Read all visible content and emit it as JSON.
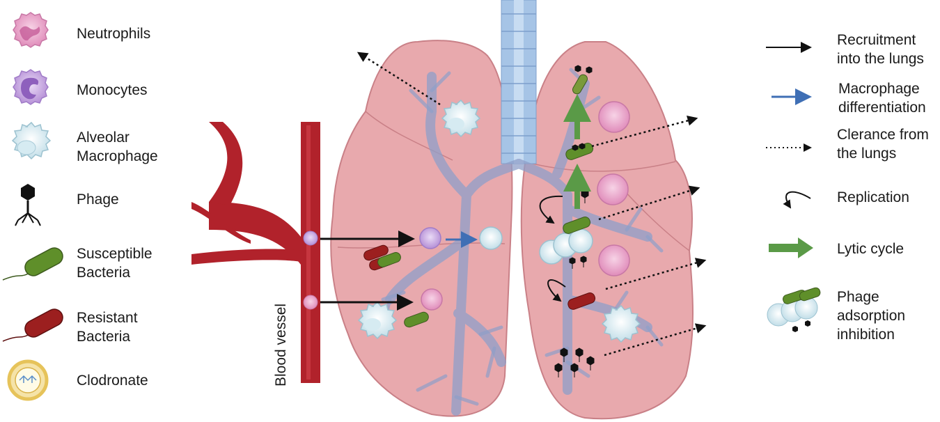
{
  "legend_left": {
    "items": [
      {
        "label": "Neutrophils",
        "icon": "neutrophil-icon",
        "color": "#e8a3c6"
      },
      {
        "label": "Monocytes",
        "icon": "monocyte-icon",
        "color": "#c9a8e0"
      },
      {
        "label": "Alveolar\nMacrophage",
        "icon": "macrophage-icon",
        "color": "#cfe8f0"
      },
      {
        "label": "Phage",
        "icon": "phage-icon",
        "color": "#111111"
      },
      {
        "label": "Susceptible\nBacteria",
        "icon": "susceptible-bacteria-icon",
        "color": "#5f8f2a"
      },
      {
        "label": "Resistant\nBacteria",
        "icon": "resistant-bacteria-icon",
        "color": "#9c1f1f"
      },
      {
        "label": "Clodronate",
        "icon": "clodronate-icon",
        "color": "#e6c35a"
      }
    ]
  },
  "legend_right": {
    "items": [
      {
        "label": "Recruitment\ninto the lungs",
        "icon": "black-arrow-icon",
        "color": "#111111"
      },
      {
        "label": "Macrophage\ndifferentiation",
        "icon": "blue-arrow-icon",
        "color": "#3f6fb5"
      },
      {
        "label": "Clerance from\nthe lungs",
        "icon": "dotted-arrow-icon",
        "color": "#111111"
      },
      {
        "label": "Replication",
        "icon": "curved-arrow-icon",
        "color": "#111111"
      },
      {
        "label": "Lytic cycle",
        "icon": "green-arrow-icon",
        "color": "#5a9a47"
      },
      {
        "label": "Phage\nadsorption\ninhibition",
        "icon": "adsorption-inhibition-icon",
        "color": "#cfe8f0"
      }
    ]
  },
  "diagram": {
    "vessel_label": "Blood vessel",
    "colors": {
      "vessel": "#b1222b",
      "lung": "#e8a9ad",
      "lung_edge": "#c98087",
      "trachea": "#a6c4e6",
      "airway": "#8f9fc9"
    }
  }
}
